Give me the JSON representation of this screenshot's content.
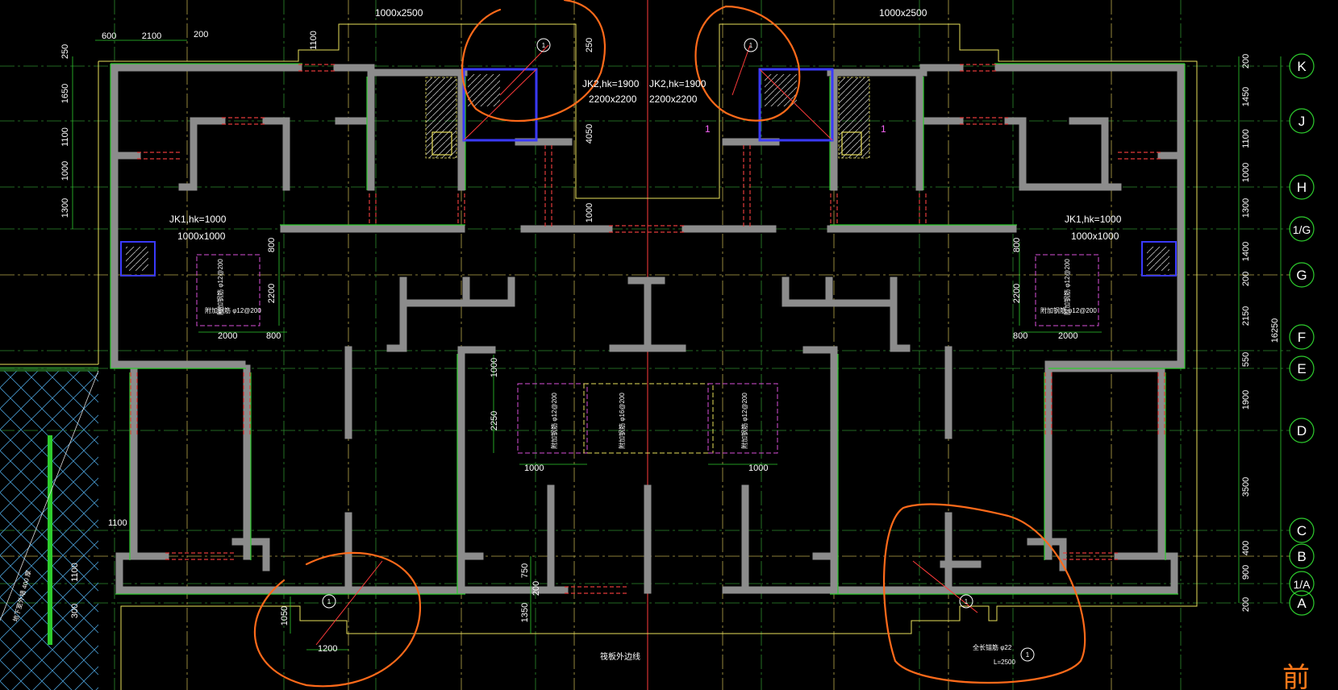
{
  "drawing": {
    "row_axes": [
      "K",
      "J",
      "H",
      "1/G",
      "G",
      "F",
      "E",
      "D",
      "C",
      "B",
      "1/A",
      "A"
    ],
    "right_dims": [
      "200",
      "1450",
      "1100",
      "1000",
      "1300",
      "1400",
      "200",
      "2150",
      "550",
      "1900",
      "3500",
      "400",
      "900",
      "200"
    ],
    "total_dim": "16250",
    "left_dims": [
      "250",
      "1650",
      "1100",
      "1000",
      "1300"
    ],
    "top_left_dims": [
      "600",
      "2100",
      "200"
    ],
    "top_dims": [
      "1000x2500",
      "1000x2500"
    ],
    "jk2_left": {
      "line1": "JK2,hk=1900",
      "line2": "2200x2200"
    },
    "jk2_right": {
      "line1": "JK2,hk=1900",
      "line2": "2200x2200"
    },
    "jk1_left": {
      "line1": "JK1,hk=1000",
      "line2": "1000x1000"
    },
    "jk1_right": {
      "line1": "JK1,hk=1000",
      "line2": "1000x1000"
    },
    "dims_misc": {
      "d1100_top": "1100",
      "d250": "250",
      "d4050": "4050",
      "d1000_v": "1000",
      "l800": "800",
      "l2200": "2200",
      "l2000": "2000",
      "l800b": "800",
      "r800": "800",
      "r2200": "2200",
      "r800b": "800",
      "r2000": "2000",
      "c1000a": "1000",
      "c2250": "2250",
      "c1000b": "1000",
      "c1000c": "1000",
      "b1100a": "1100",
      "b1100b": "1100",
      "b300": "300",
      "b1050": "1050",
      "b1200": "1200",
      "b750": "750",
      "b200": "200",
      "b1350": "1350"
    },
    "section_marks": [
      "1",
      "1"
    ],
    "circle_marks": [
      "1",
      "1",
      "1",
      "1",
      "1"
    ],
    "raft_edge_note": "筏板外边线",
    "anchor_note": {
      "line1": "全长锚筋 φ22",
      "line2": "L=2500"
    },
    "rebar_notes": [
      "附加钢筋 φ12@200",
      "附加钢筋 φ12@200",
      "附加钢筋 φ12@200",
      "附加钢筋 φ12@200",
      "附加钢筋 φ12@200",
      "附加钢筋 φ16@200",
      "附加钢筋 φ12@200"
    ],
    "hatched_note": "地下室外墙 400 厚",
    "corner_text": "前"
  }
}
